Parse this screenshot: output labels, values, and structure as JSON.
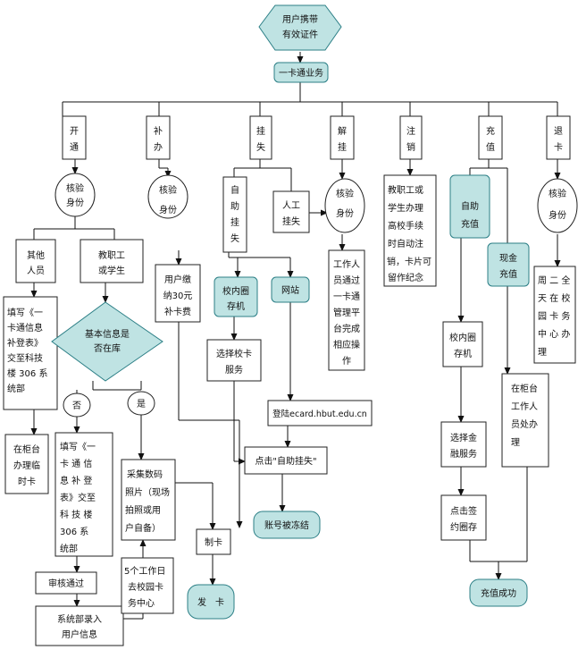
{
  "flowchart": {
    "start": [
      "用户携带",
      "有效证件"
    ],
    "main": "一卡通业务",
    "categories": {
      "kaitong": [
        "开",
        "通"
      ],
      "buban": [
        "补",
        "办"
      ],
      "guashi": [
        "挂",
        "失"
      ],
      "jiegua": [
        "解",
        "挂"
      ],
      "zhuxiao": [
        "注",
        "销"
      ],
      "chongzhi": [
        "充",
        "值"
      ],
      "tuika": [
        "退",
        "卡"
      ]
    },
    "verify": [
      "核验",
      "身份"
    ],
    "kaitong": {
      "other": [
        "其他",
        "人员"
      ],
      "staff": [
        "教职工",
        "或学生"
      ],
      "other_form": [
        "填写《一",
        "卡通信息",
        "补登表》",
        "交至科技",
        "楼 306 系",
        "统部"
      ],
      "other_card": [
        "在柜台",
        "办理临",
        "时卡"
      ],
      "decision": [
        "基本信息是",
        "否在库"
      ],
      "no": "否",
      "yes": "是",
      "no_form": [
        "填写《一",
        "卡 通 信",
        "息 补 登",
        "表》交至",
        "科 技 楼",
        "306  系",
        "统部"
      ],
      "approved": "审核通过",
      "entry": [
        "系统部录入",
        "用户信息"
      ],
      "photo": [
        "采集数码",
        "照片（现场",
        "拍照或用",
        "户自备）"
      ],
      "wait": [
        "5个工作日",
        "去校园卡",
        "务中心"
      ],
      "make_card": "制卡",
      "issue_card": "发　卡"
    },
    "buban": {
      "fee": [
        "用户缴",
        "纳30元",
        "补卡费"
      ]
    },
    "guashi": {
      "self": [
        "自",
        "助",
        "挂",
        "失"
      ],
      "manual": [
        "人工",
        "挂失"
      ],
      "kiosk": [
        "校内圈",
        "存机"
      ],
      "website": "网站",
      "select": [
        "选择校卡",
        "服务"
      ],
      "login": "登陆ecard.hbut.edu.cn",
      "click": "点击\"自助挂失\"",
      "frozen": "账号被冻结"
    },
    "jiegua": {
      "staff_op": [
        "工作人",
        "员通过",
        "一卡通",
        "管理平",
        "台完成",
        "相应操",
        "作"
      ]
    },
    "zhuxiao": {
      "text": [
        "教职工或",
        "学生办理",
        "高校手续",
        "时自动注",
        "销，卡片可",
        "留作纪念"
      ]
    },
    "chongzhi": {
      "self": [
        "自助",
        "充值"
      ],
      "cash": [
        "现金",
        "充值"
      ],
      "kiosk": [
        "校内圈",
        "存机"
      ],
      "finance": [
        "选择金",
        "融服务"
      ],
      "sign": [
        "点击签",
        "约圈存"
      ],
      "counter": [
        "在柜台",
        "工作人",
        "员处办",
        "理"
      ],
      "success": "充值成功"
    },
    "tuika": {
      "schedule": [
        "周 二 全",
        "天 在 校",
        "园 卡 务",
        "中 心 办",
        "理"
      ]
    }
  }
}
